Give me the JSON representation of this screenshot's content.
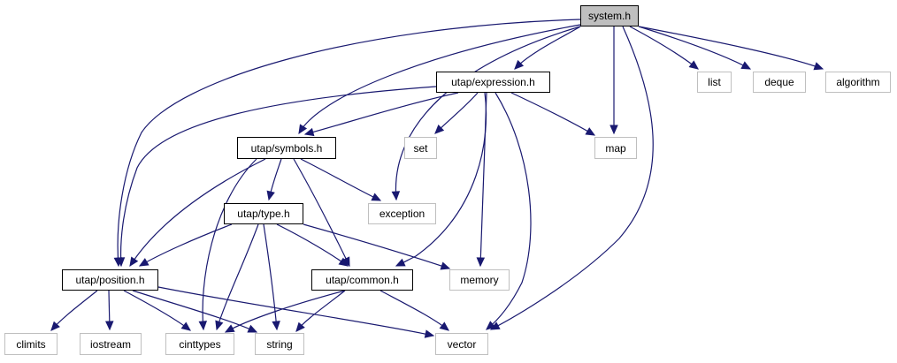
{
  "graph": {
    "nodes": {
      "system": {
        "label": "system.h",
        "kind": "root"
      },
      "expression": {
        "label": "utap/expression.h",
        "kind": "internal"
      },
      "list": {
        "label": "list",
        "kind": "external"
      },
      "deque": {
        "label": "deque",
        "kind": "external"
      },
      "algorithm": {
        "label": "algorithm",
        "kind": "external"
      },
      "symbols": {
        "label": "utap/symbols.h",
        "kind": "internal"
      },
      "set": {
        "label": "set",
        "kind": "external"
      },
      "map": {
        "label": "map",
        "kind": "external"
      },
      "type": {
        "label": "utap/type.h",
        "kind": "internal"
      },
      "exception": {
        "label": "exception",
        "kind": "external"
      },
      "position": {
        "label": "utap/position.h",
        "kind": "internal"
      },
      "common": {
        "label": "utap/common.h",
        "kind": "internal"
      },
      "memory": {
        "label": "memory",
        "kind": "external"
      },
      "climits": {
        "label": "climits",
        "kind": "external"
      },
      "iostream": {
        "label": "iostream",
        "kind": "external"
      },
      "cinttypes": {
        "label": "cinttypes",
        "kind": "external"
      },
      "string": {
        "label": "string",
        "kind": "external"
      },
      "vector": {
        "label": "vector",
        "kind": "external"
      }
    },
    "edges": [
      [
        "system",
        "expression"
      ],
      [
        "system",
        "list"
      ],
      [
        "system",
        "deque"
      ],
      [
        "system",
        "algorithm"
      ],
      [
        "system",
        "map"
      ],
      [
        "system",
        "symbols"
      ],
      [
        "system",
        "exception"
      ],
      [
        "system",
        "position"
      ],
      [
        "system",
        "vector"
      ],
      [
        "expression",
        "position"
      ],
      [
        "expression",
        "symbols"
      ],
      [
        "expression",
        "set"
      ],
      [
        "expression",
        "map"
      ],
      [
        "expression",
        "memory"
      ],
      [
        "expression",
        "common"
      ],
      [
        "expression",
        "vector"
      ],
      [
        "symbols",
        "position"
      ],
      [
        "symbols",
        "exception"
      ],
      [
        "symbols",
        "type"
      ],
      [
        "symbols",
        "cinttypes"
      ],
      [
        "symbols",
        "common"
      ],
      [
        "type",
        "position"
      ],
      [
        "type",
        "cinttypes"
      ],
      [
        "type",
        "string"
      ],
      [
        "type",
        "common"
      ],
      [
        "type",
        "memory"
      ],
      [
        "position",
        "climits"
      ],
      [
        "position",
        "iostream"
      ],
      [
        "position",
        "cinttypes"
      ],
      [
        "position",
        "string"
      ],
      [
        "position",
        "vector"
      ],
      [
        "common",
        "cinttypes"
      ],
      [
        "common",
        "string"
      ],
      [
        "common",
        "vector"
      ]
    ],
    "colors": {
      "edge": "#191970",
      "root_fill": "#bfbfbf",
      "internal_border": "#000000",
      "external_border": "#bfbfbf"
    }
  }
}
